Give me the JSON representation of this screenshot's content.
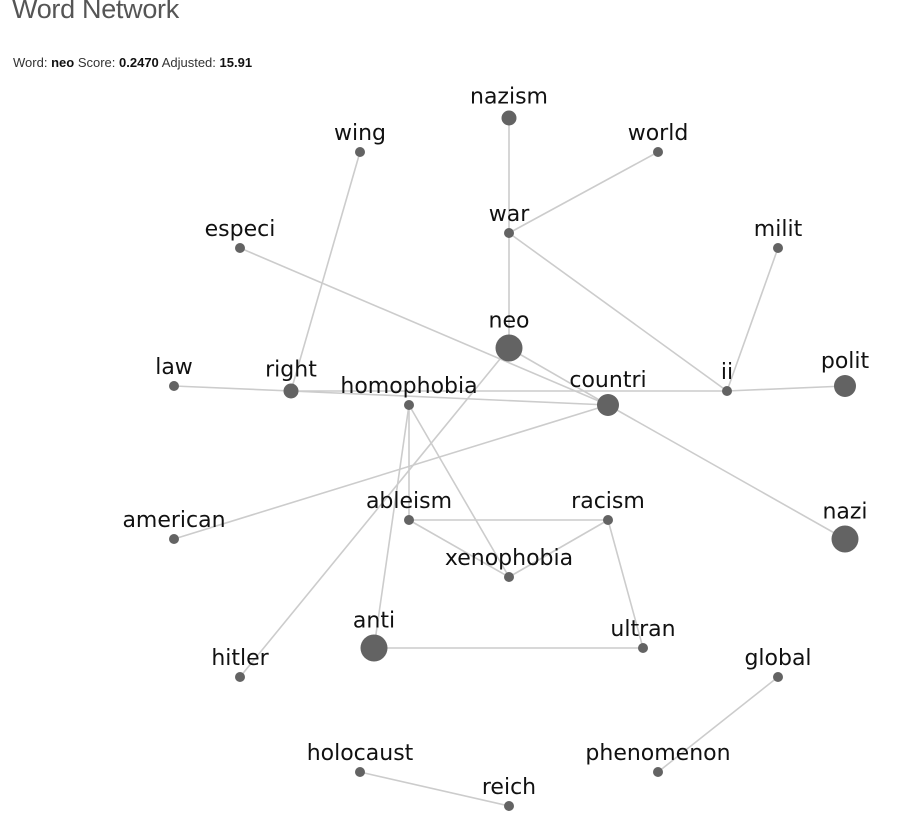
{
  "title": "Word Network",
  "info": {
    "word_label": "Word:",
    "word": "neo",
    "score_label": "Score:",
    "score": "0.2470",
    "adjusted_label": "Adjusted:",
    "adjusted": "15.91"
  },
  "colors": {
    "node": "#636363",
    "edge": "#cccccc"
  },
  "network": {
    "nodes": [
      {
        "id": "nazism",
        "label": "nazism",
        "size": "small"
      },
      {
        "id": "wing",
        "label": "wing",
        "size": "tiny"
      },
      {
        "id": "world",
        "label": "world",
        "size": "tiny"
      },
      {
        "id": "war",
        "label": "war",
        "size": "tiny"
      },
      {
        "id": "especi",
        "label": "especi",
        "size": "tiny"
      },
      {
        "id": "milit",
        "label": "milit",
        "size": "tiny"
      },
      {
        "id": "neo",
        "label": "neo",
        "size": "large"
      },
      {
        "id": "law",
        "label": "law",
        "size": "tiny"
      },
      {
        "id": "right",
        "label": "right",
        "size": "small"
      },
      {
        "id": "homophobia",
        "label": "homophobia",
        "size": "tiny"
      },
      {
        "id": "countri",
        "label": "countri",
        "size": "medium"
      },
      {
        "id": "ii",
        "label": "ii",
        "size": "tiny"
      },
      {
        "id": "polit",
        "label": "polit",
        "size": "medium"
      },
      {
        "id": "american",
        "label": "american",
        "size": "tiny"
      },
      {
        "id": "ableism",
        "label": "ableism",
        "size": "tiny"
      },
      {
        "id": "racism",
        "label": "racism",
        "size": "tiny"
      },
      {
        "id": "nazi",
        "label": "nazi",
        "size": "large"
      },
      {
        "id": "xenophobia",
        "label": "xenophobia",
        "size": "tiny"
      },
      {
        "id": "anti",
        "label": "anti",
        "size": "large"
      },
      {
        "id": "ultran",
        "label": "ultran",
        "size": "tiny"
      },
      {
        "id": "hitler",
        "label": "hitler",
        "size": "tiny"
      },
      {
        "id": "global",
        "label": "global",
        "size": "tiny"
      },
      {
        "id": "holocaust",
        "label": "holocaust",
        "size": "tiny"
      },
      {
        "id": "phenomenon",
        "label": "phenomenon",
        "size": "tiny"
      },
      {
        "id": "reich",
        "label": "reich",
        "size": "tiny"
      }
    ],
    "edges": [
      [
        "nazism",
        "war"
      ],
      [
        "world",
        "war"
      ],
      [
        "war",
        "neo"
      ],
      [
        "war",
        "ii"
      ],
      [
        "wing",
        "right"
      ],
      [
        "especi",
        "countri"
      ],
      [
        "milit",
        "ii"
      ],
      [
        "neo",
        "countri"
      ],
      [
        "neo",
        "hitler"
      ],
      [
        "law",
        "right"
      ],
      [
        "right",
        "countri"
      ],
      [
        "right",
        "ii"
      ],
      [
        "ii",
        "polit"
      ],
      [
        "countri",
        "american"
      ],
      [
        "countri",
        "nazi"
      ],
      [
        "homophobia",
        "ableism"
      ],
      [
        "homophobia",
        "anti"
      ],
      [
        "homophobia",
        "xenophobia"
      ],
      [
        "ableism",
        "racism"
      ],
      [
        "ableism",
        "xenophobia"
      ],
      [
        "racism",
        "xenophobia"
      ],
      [
        "racism",
        "ultran"
      ],
      [
        "anti",
        "ultran"
      ],
      [
        "global",
        "phenomenon"
      ],
      [
        "holocaust",
        "reich"
      ]
    ]
  }
}
